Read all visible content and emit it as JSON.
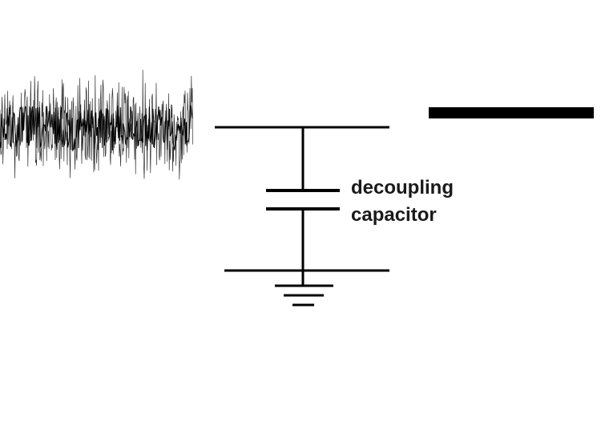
{
  "diagram": {
    "capacitor_label_line1": "decoupling",
    "capacitor_label_line2": "capacitor"
  },
  "colors": {
    "background": "#ffffff",
    "ink": "#000000"
  },
  "icons": {
    "noise": "noisy-signal-waveform",
    "clean": "clean-dc-signal",
    "ground": "ground-symbol"
  }
}
